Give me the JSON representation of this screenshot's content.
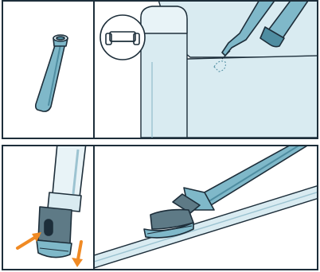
{
  "colors": {
    "outline": "#1d2e3a",
    "tool_fill": "#7fb8c9",
    "tool_shadow": "#4f8da1",
    "furniture_fill": "#d9ebf1",
    "brush_fill": "#5e7a86",
    "arrow": "#f08a24"
  },
  "icons": {
    "sofa_badge": "sofa-icon",
    "push_arrow": "arrow-icon",
    "down_arrow": "arrow-down-icon"
  },
  "panels": [
    {
      "id": "crevice-tool-standalone"
    },
    {
      "id": "crevice-tool-on-sofa"
    },
    {
      "id": "brush-attach-release"
    },
    {
      "id": "brush-along-floor-edge"
    }
  ]
}
